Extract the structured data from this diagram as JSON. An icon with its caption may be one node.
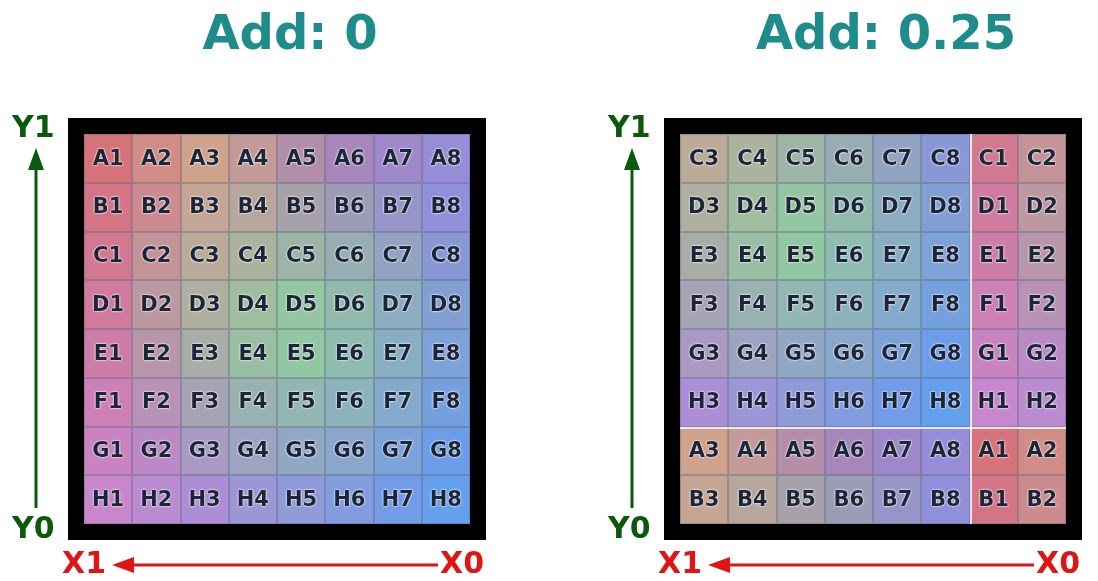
{
  "diagram": {
    "labels": [
      "Add: 0",
      "Y1",
      "A1",
      "A2",
      "A3",
      "A4",
      "A5",
      "A6",
      "A7",
      "A8",
      "B1",
      "B2",
      "B3",
      "B4",
      "B5",
      "B6",
      "B7",
      "B8",
      "C1",
      "C2",
      "C3",
      "C4",
      "C5",
      "C6",
      "C7",
      "C8",
      "D1",
      "D2",
      "D3",
      "D4",
      "D5",
      "D6",
      "D7",
      "D8",
      "E1",
      "E2",
      "E3",
      "E4",
      "E5",
      "E6",
      "E7",
      "E8",
      "F1",
      "F2",
      "F3",
      "F4",
      "F5",
      "F6",
      "F7",
      "F8",
      "G1",
      "G2",
      "G3",
      "G4",
      "G5",
      "G6",
      "G7",
      "G8",
      "H1",
      "H2",
      "H3",
      "H4",
      "H5",
      "H6",
      "H7",
      "H8",
      "Y0",
      "X1",
      "X0",
      "Add: 0.25",
      "Y1",
      "C3",
      "C4",
      "C5",
      "C6",
      "C7",
      "C8",
      "C1",
      "C2",
      "D3",
      "D4",
      "D5",
      "D6",
      "D7",
      "D8",
      "D1",
      "D2",
      "E3",
      "E4",
      "E5",
      "E6",
      "E7",
      "E8",
      "E1",
      "E2",
      "F3",
      "F4",
      "F5",
      "F6",
      "F7",
      "F8",
      "F1",
      "F2",
      "G3",
      "G4",
      "G5",
      "G6",
      "G7",
      "G8",
      "G1",
      "G2",
      "H3",
      "H4",
      "H5",
      "H6",
      "H7",
      "H8",
      "H1",
      "H2",
      "A3",
      "A4",
      "A5",
      "A6",
      "A7",
      "A8",
      "A1",
      "A2",
      "B3",
      "B4",
      "B5",
      "B6",
      "B7",
      "B8",
      "B1",
      "B2",
      "Y0",
      "X1",
      "X0"
    ]
  }
}
